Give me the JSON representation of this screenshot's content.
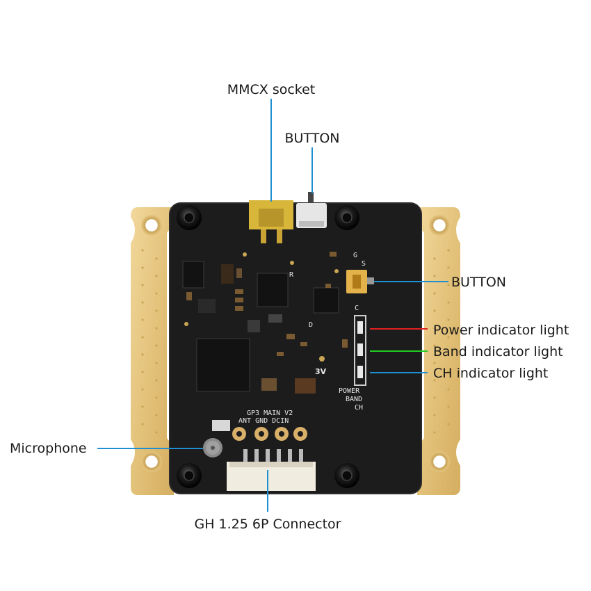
{
  "labels": {
    "mmcx_socket": "MMCX socket",
    "button_top": "BUTTON",
    "button_right": "BUTTON",
    "power_light": "Power indicator light",
    "band_light": "Band indicator light",
    "ch_light": "CH indicator light",
    "microphone": "Microphone",
    "gh_connector": "GH 1.25 6P Connector"
  },
  "silkscreen": {
    "board_name": "GP3 MAIN V2",
    "power": "POWER",
    "band": "BAND",
    "ch": "CH",
    "voltage": "3V",
    "mark_c": "C",
    "mark_d": "D",
    "mark_r": "R",
    "mark_g": "G",
    "mark_s": "S",
    "pad_labels": "ANT GND DCIN"
  },
  "colors": {
    "board": "#1c1c1c",
    "frame": "#e7c883",
    "callout_line": "#1e8fd0",
    "power_line": "#e02020",
    "band_line": "#22cc22",
    "ch_line": "#1e8fd0",
    "mmcx": "#d8b63a"
  }
}
